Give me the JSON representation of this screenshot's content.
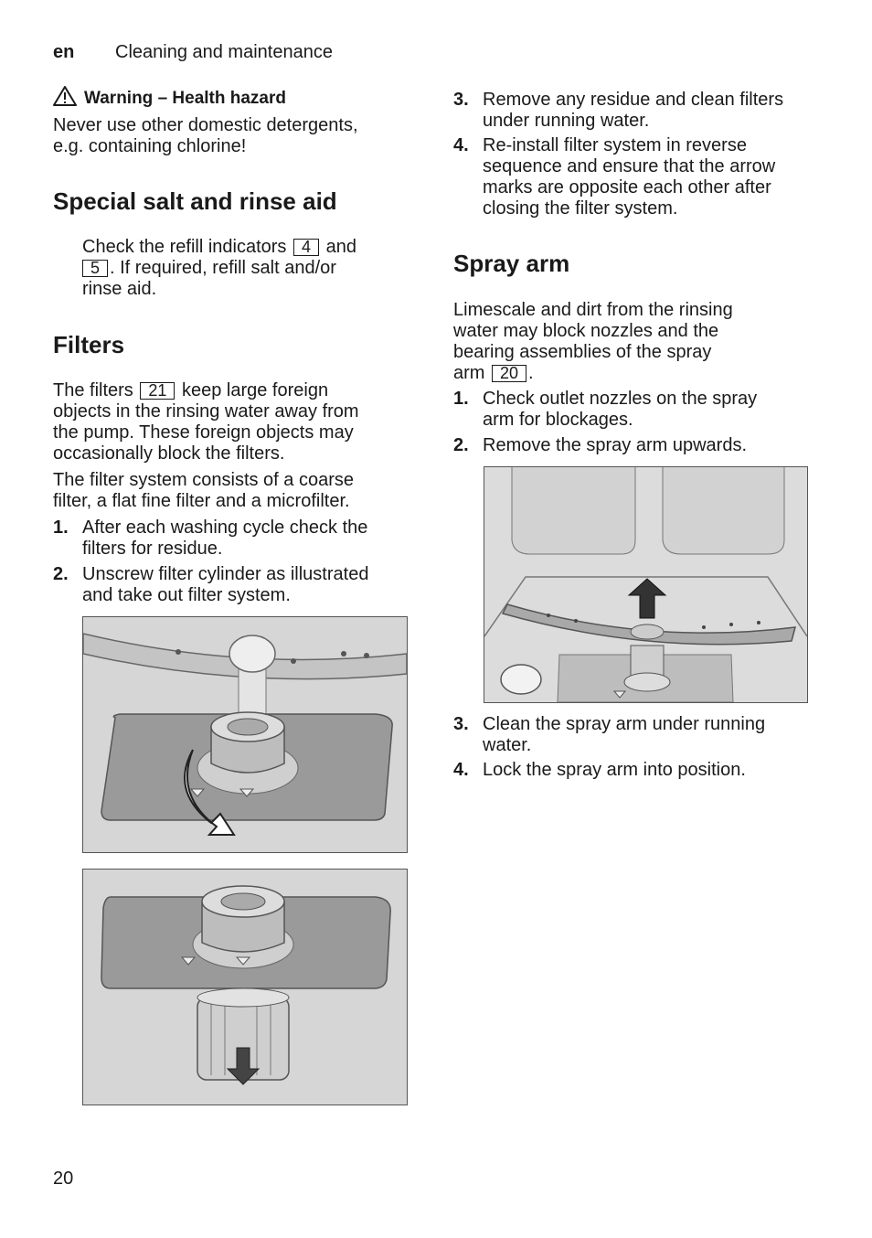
{
  "header": {
    "lang": "en",
    "section": "Cleaning and maintenance"
  },
  "warning": {
    "icon": "warning-triangle-icon",
    "title": "Warning – Health hazard",
    "lines": [
      "Never use other domestic detergents,",
      "e.g. containing chlorine!"
    ]
  },
  "salt": {
    "heading": "Special salt and rinse aid",
    "line1_a": "Check the refill indicators",
    "ref1": "4",
    "line1_b": "and",
    "ref2": "5",
    "line2_b": ". If required, refill salt and/or",
    "line3": "rinse aid."
  },
  "filters": {
    "heading": "Filters",
    "p1_a": "The filters",
    "p1_ref": "21",
    "p1_b": "keep large foreign",
    "p1_lines": [
      "objects in the rinsing water away from",
      "the pump. These foreign objects may",
      "occasionally block the filters."
    ],
    "p2_lines": [
      "The filter system consists of a coarse",
      "filter, a flat fine filter and a microfilter."
    ],
    "steps": [
      {
        "num": "1.",
        "lines": [
          "After each washing cycle check the",
          "filters for residue."
        ]
      },
      {
        "num": "2.",
        "lines": [
          "Unscrew filter cylinder as illustrated",
          "and take out filter system."
        ]
      },
      {
        "num": "3.",
        "lines": [
          "Remove any residue and clean filters",
          "under running water."
        ]
      },
      {
        "num": "4.",
        "lines": [
          "Re-install filter system in reverse",
          "sequence and ensure that the arrow",
          "marks are opposite each other after",
          "closing the filter system."
        ]
      }
    ]
  },
  "spray": {
    "heading": "Spray arm",
    "p_lines": [
      "Limescale and dirt from the rinsing",
      "water may block nozzles and the",
      "bearing assemblies of the spray"
    ],
    "p_last_a": "arm",
    "p_ref": "20",
    "p_last_b": ".",
    "steps": [
      {
        "num": "1.",
        "lines": [
          "Check outlet nozzles on the spray",
          "arm for blockages."
        ]
      },
      {
        "num": "2.",
        "lines": [
          "Remove the spray arm upwards."
        ]
      },
      {
        "num": "3.",
        "lines": [
          "Clean the spray arm under running",
          "water."
        ]
      },
      {
        "num": "4.",
        "lines": [
          "Lock the spray arm into position."
        ]
      }
    ]
  },
  "page_number": "20"
}
